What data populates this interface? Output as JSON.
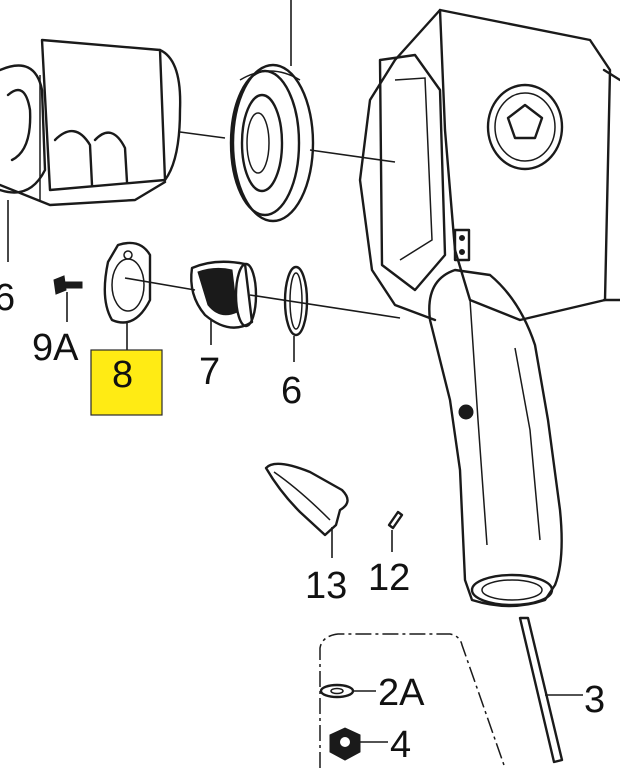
{
  "diagram": {
    "highlight_color": "#FFEB14",
    "line_color": "#1A1A1A",
    "labels": {
      "part_6_left": "6",
      "part_9A": "9A",
      "part_8": "8",
      "part_7": "7",
      "part_6": "6",
      "part_13": "13",
      "part_12": "12",
      "part_2A": "2A",
      "part_3": "3",
      "part_4": "4"
    },
    "highlighted_part": "8"
  }
}
